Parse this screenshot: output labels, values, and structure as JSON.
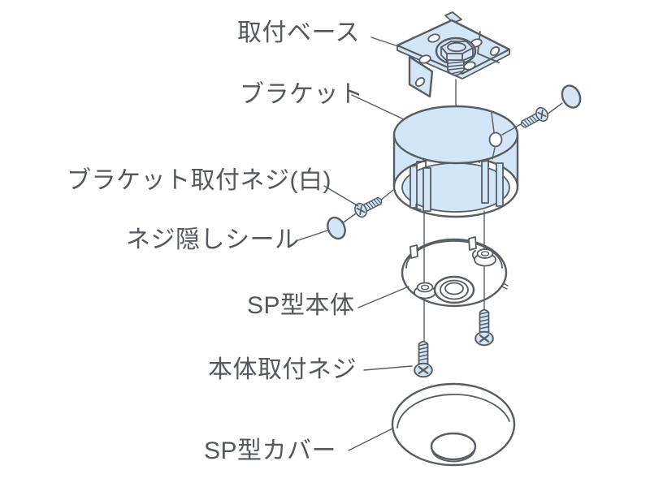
{
  "diagram": {
    "colors": {
      "bg": "#ffffff",
      "line": "#575d63",
      "part-fill": "#d2e6f7",
      "text": "#54585d"
    },
    "labels": {
      "mounting_base": "取付ベース",
      "bracket": "ブラケット",
      "bracket_screw": "ブラケット取付ネジ(白)",
      "screw_seal": "ネジ隠しシール",
      "sp_body": "SP型本体",
      "body_screw": "本体取付ネジ",
      "sp_cover": "SP型カバー"
    }
  }
}
